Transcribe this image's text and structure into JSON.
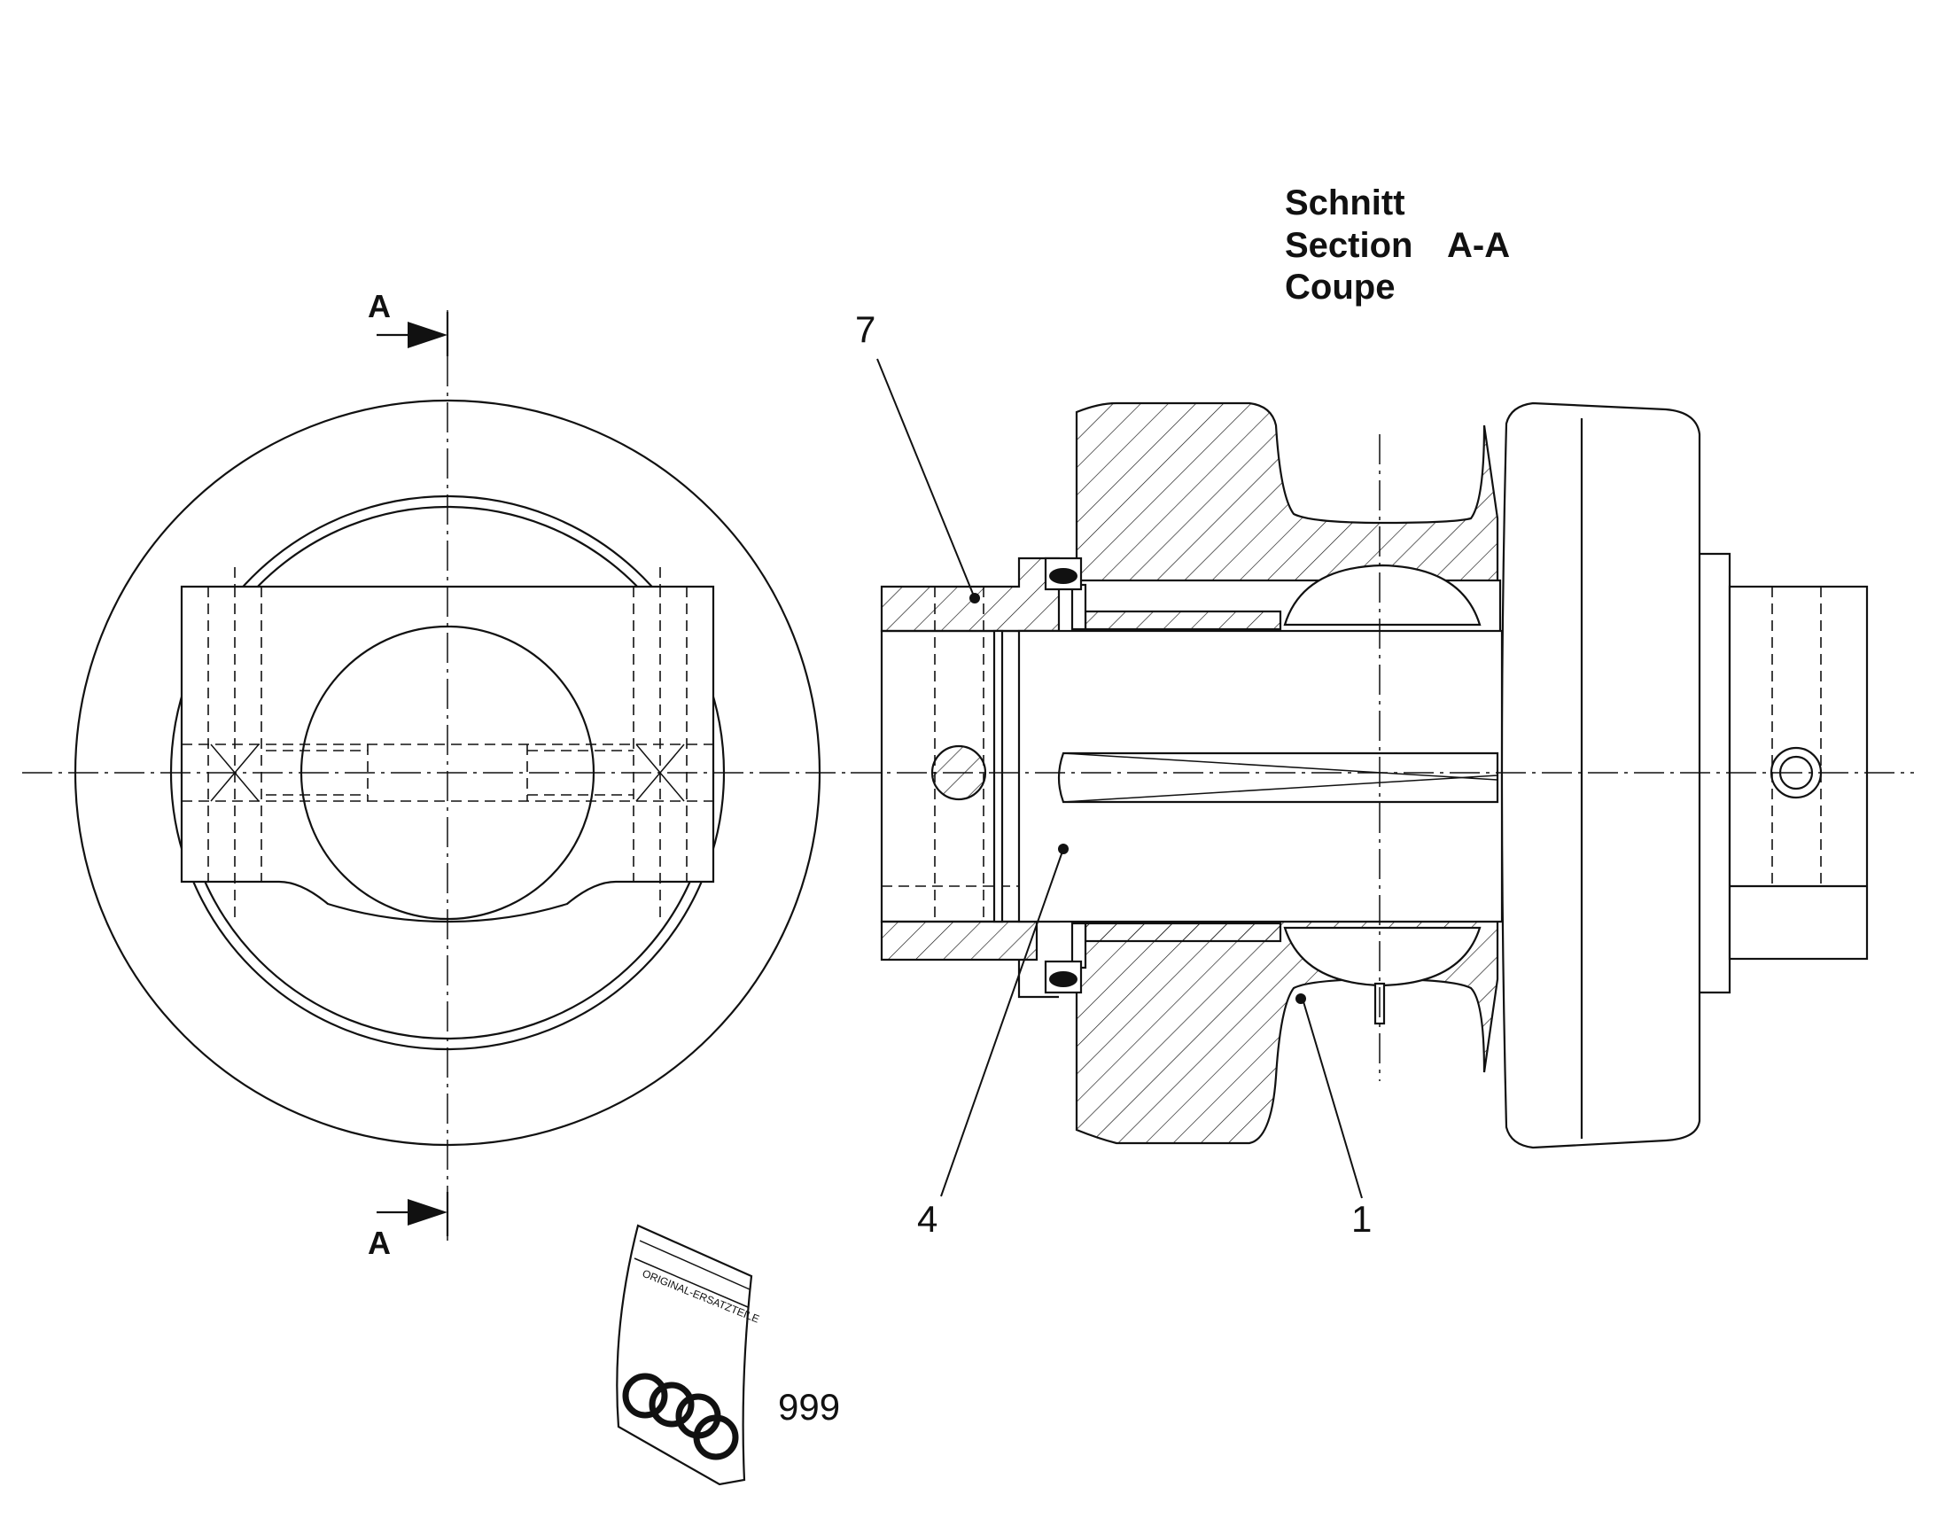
{
  "section_title": {
    "line1": "Schnitt",
    "line2": "Section",
    "line2_mark": "A-A",
    "line3": "Coupe"
  },
  "section_marks": {
    "top": "A",
    "bottom": "A"
  },
  "callouts": [
    {
      "id": "part-7",
      "label": "7"
    },
    {
      "id": "part-4",
      "label": "4"
    },
    {
      "id": "part-1",
      "label": "1"
    },
    {
      "id": "part-999",
      "label": "999"
    }
  ],
  "kit_bag": {
    "print": "ORIGINAL-ERSATZTEILE"
  },
  "colors": {
    "ink": "#111111",
    "paper": "#ffffff"
  }
}
